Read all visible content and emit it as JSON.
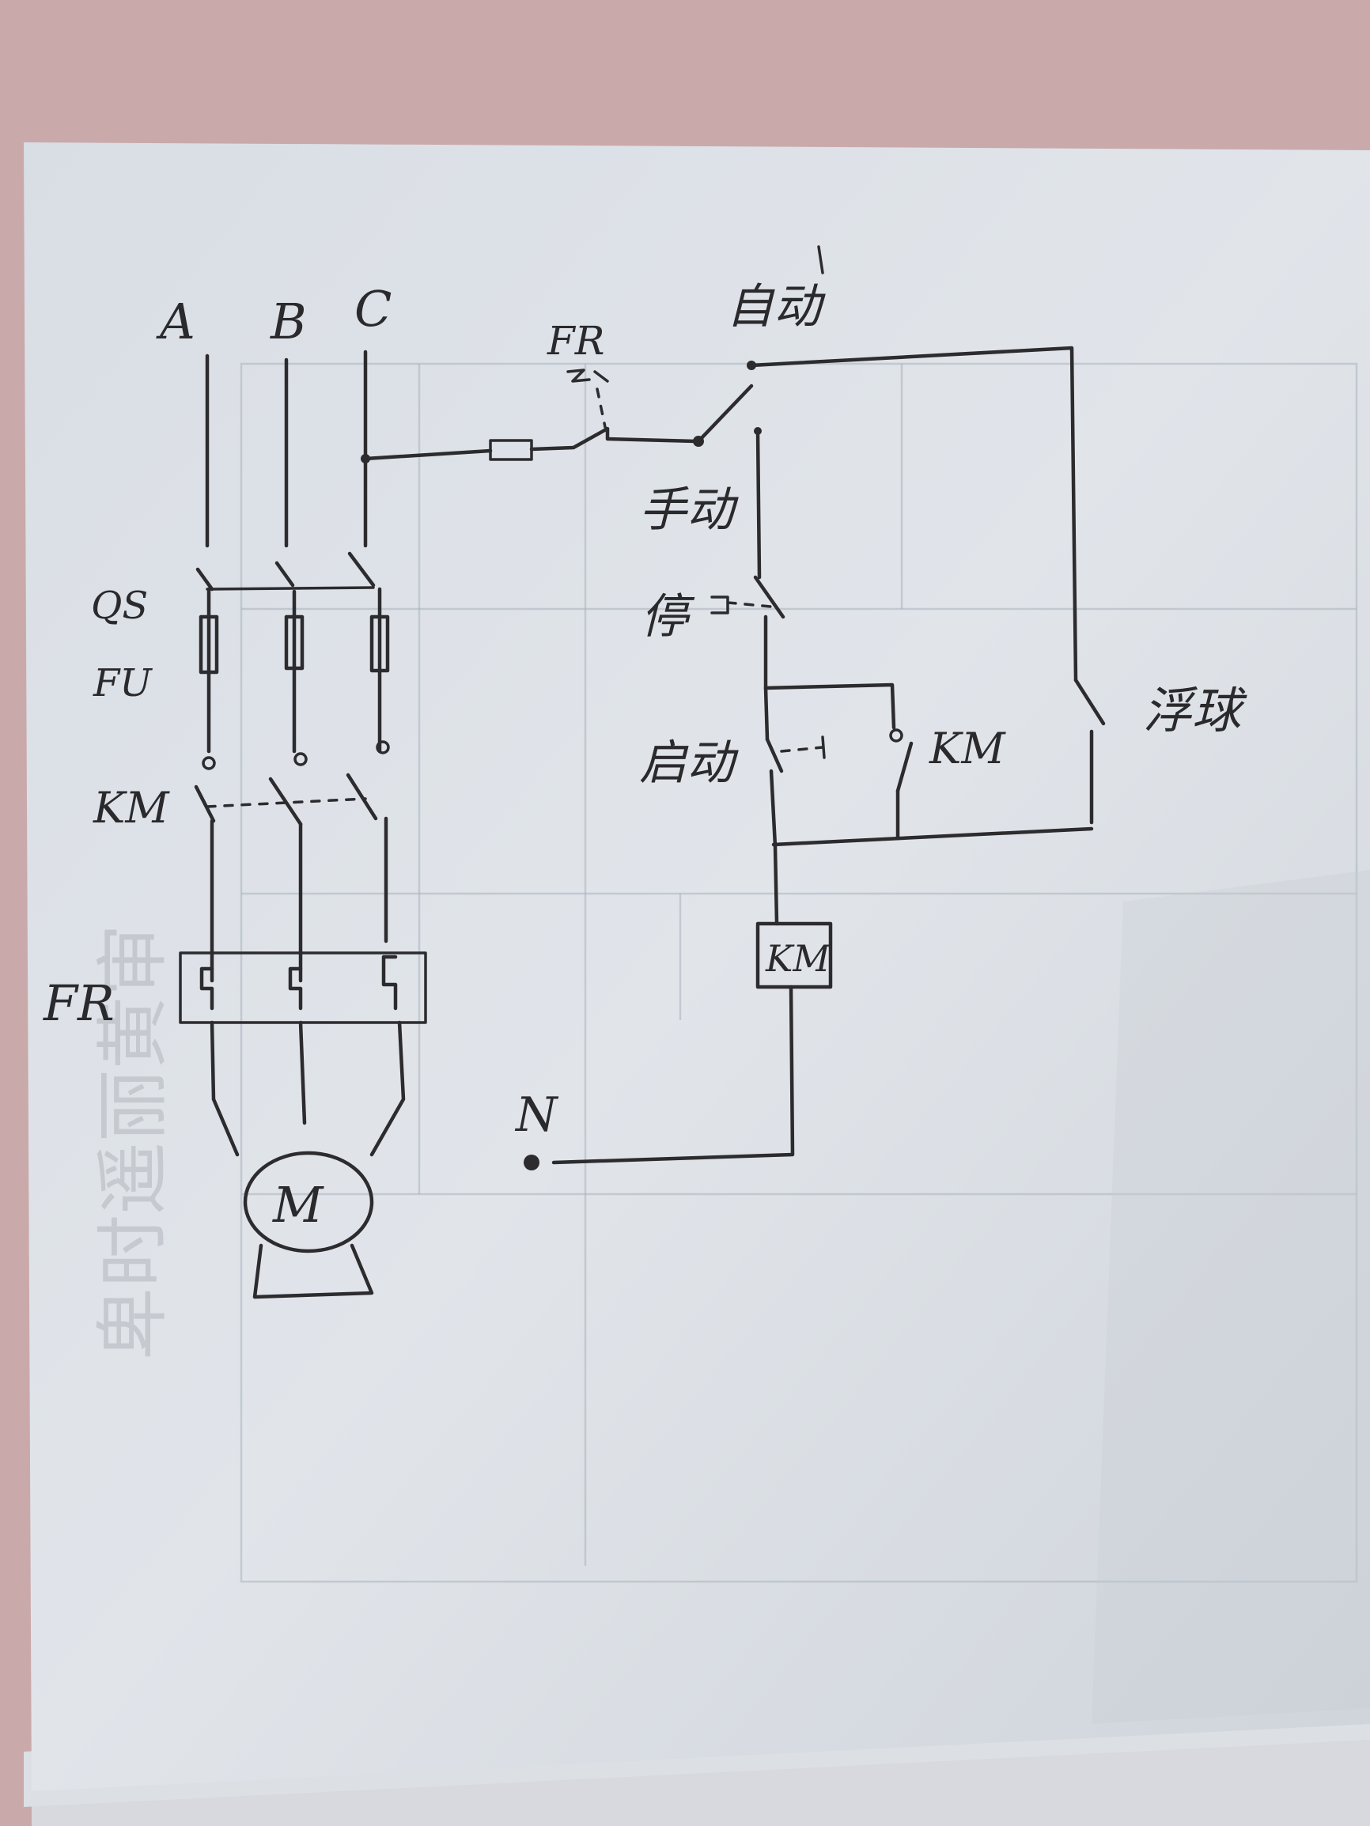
{
  "diagram": {
    "supply_phases": [
      "A",
      "B",
      "C"
    ],
    "labels": {
      "qs": "QS",
      "fu": "FU",
      "km_main": "KM",
      "fr_main": "FR",
      "motor": "M",
      "fr_control": "FR",
      "auto": "自动",
      "manual": "手动",
      "stop": "停",
      "start": "启动",
      "km_aux": "KM",
      "float_switch": "浮球",
      "km_coil": "KM",
      "neutral": "N"
    },
    "show_through_text": "卑时遥丽黄审"
  },
  "colors": {
    "background": "#caa9ab",
    "paper": "#e1e5ea",
    "ink": "#2c2b2e"
  }
}
